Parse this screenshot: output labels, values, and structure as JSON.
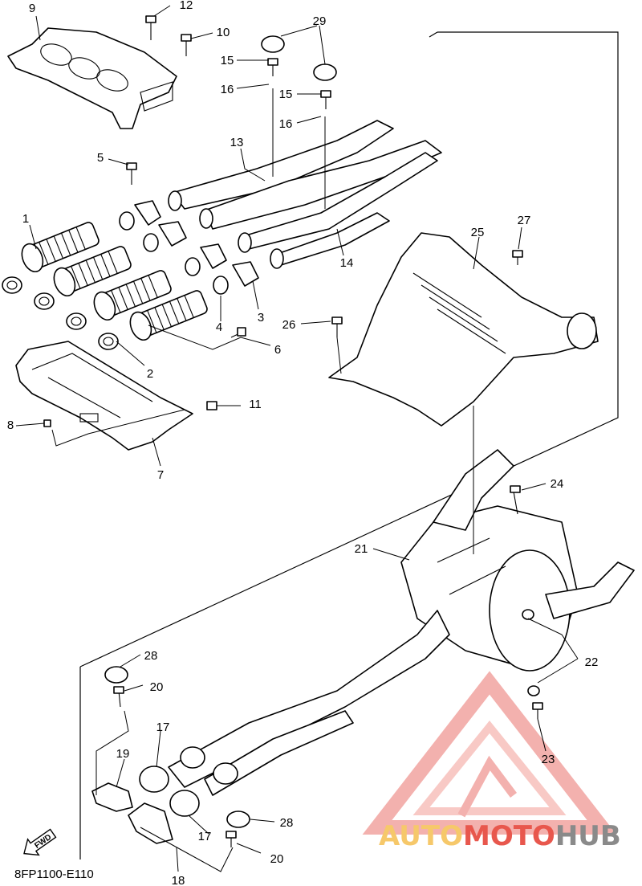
{
  "diagram_code": "8FP1100-E110",
  "fwd_label": "FWD",
  "callouts": {
    "c1": "1",
    "c2": "2",
    "c3": "3",
    "c4": "4",
    "c5": "5",
    "c6": "6",
    "c7": "7",
    "c8": "8",
    "c9": "9",
    "c10": "10",
    "c11": "11",
    "c12": "12",
    "c13": "13",
    "c14": "14",
    "c15a": "15",
    "c15b": "15",
    "c16a": "16",
    "c16b": "16",
    "c17a": "17",
    "c17b": "17",
    "c18": "18",
    "c19": "19",
    "c20a": "20",
    "c20b": "20",
    "c21": "21",
    "c22": "22",
    "c23": "23",
    "c24": "24",
    "c25": "25",
    "c26": "26",
    "c27": "27",
    "c28a": "28",
    "c28b": "28",
    "c29": "29"
  },
  "watermark": {
    "part1": "AUTO",
    "part2": "MOTO",
    "part3": "HUB",
    "color_light": "#f6c86a",
    "color_red": "#e8574d",
    "color_dark": "#8a8a8a"
  }
}
